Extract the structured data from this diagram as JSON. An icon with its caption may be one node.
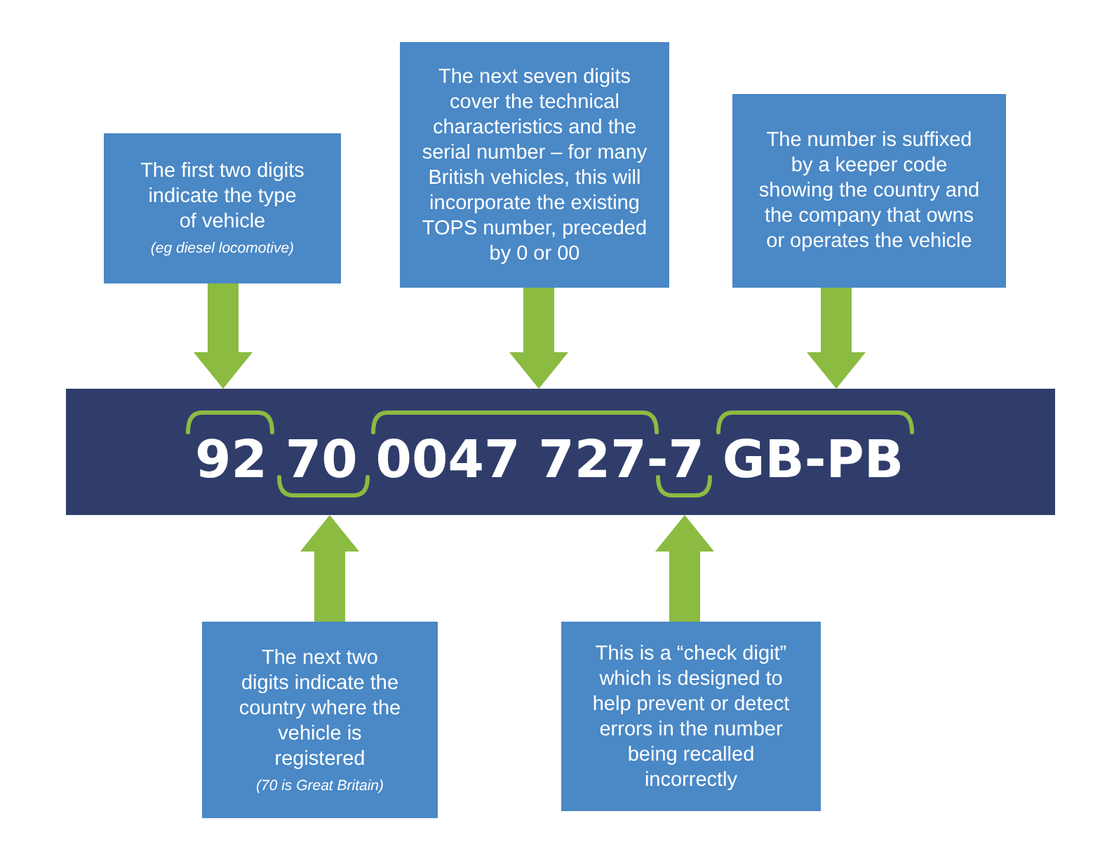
{
  "diagram": {
    "nodes": [
      {
        "text": [
          "The first two digits indicate the type of vehicle",
          "(eg diesel locomotive)"
        ]
      },
      {
        "text": [
          "The next seven digits cover the technical characteristics and the serial number – for many British vehicles, this will incorporate the existing TOPS number, preceded by 0 or 00"
        ]
      },
      {
        "text": [
          "The number is suffixed by a keeper code showing the country and the company that owns or operates the vehicle"
        ]
      },
      {
        "text": [
          "92 70 0047 727-7 GB-PB"
        ]
      },
      {
        "text": [
          "The next two digits indicate the country where the vehicle is registered",
          "(70 is Great Britain)"
        ]
      },
      {
        "text": [
          "This is a “check digit” which is designed to help prevent or detect errors in the number being recalled incorrectly"
        ]
      }
    ],
    "edges": [
      {
        "from": 0,
        "to": 3,
        "arrow": "to"
      },
      {
        "from": 1,
        "to": 3,
        "arrow": "to"
      },
      {
        "from": 2,
        "to": 3,
        "arrow": "to"
      },
      {
        "from": 4,
        "to": 3,
        "arrow": "to"
      },
      {
        "from": 5,
        "to": 3,
        "arrow": "to"
      }
    ]
  }
}
